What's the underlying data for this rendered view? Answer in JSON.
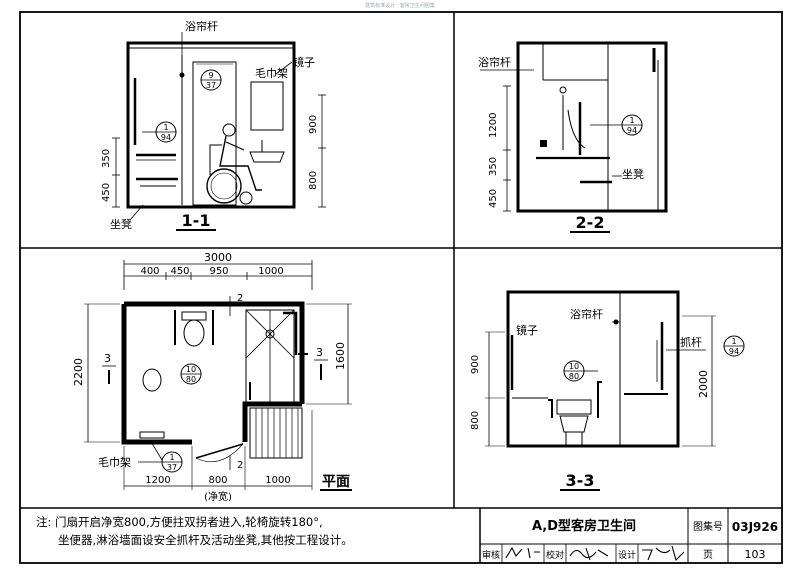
{
  "header": {
    "watermark": "建筑标准设计 · 客房卫生间图集"
  },
  "section_1_1": {
    "title": "1-1",
    "labels": {
      "curtain_rod": "浴帘杆",
      "towel_rack": "毛巾架",
      "mirror": "镜子",
      "stool": "坐凳"
    },
    "dims": {
      "d900": "900",
      "d800": "800",
      "d350": "350",
      "d450": "450"
    },
    "refs": [
      {
        "num": "9",
        "den": "37"
      },
      {
        "num": "1",
        "den": "94"
      }
    ]
  },
  "section_2_2": {
    "title": "2-2",
    "labels": {
      "curtain_rod": "浴帘杆",
      "stool": "坐凳"
    },
    "dims": {
      "d1200": "1200",
      "d350": "350",
      "d450": "450"
    },
    "refs": [
      {
        "num": "1",
        "den": "94"
      }
    ]
  },
  "plan": {
    "title": "平面",
    "total_width": "3000",
    "top_dims": [
      "400",
      "450",
      "950",
      "1000"
    ],
    "bottom_dims": [
      "1200",
      "800",
      "1000"
    ],
    "net_width": "(净宽)",
    "height_2200": "2200",
    "height_1600": "1600",
    "cut_2": "2",
    "cut_3": "3",
    "towel_rack": "毛巾架",
    "refs": [
      {
        "num": "10",
        "den": "80"
      },
      {
        "num": "1",
        "den": "37"
      }
    ]
  },
  "section_3_3": {
    "title": "3-3",
    "labels": {
      "mirror": "镜子",
      "curtain_rod": "浴帘杆",
      "grab_bar": "抓杆"
    },
    "dims": {
      "d900": "900",
      "d800": "800",
      "d2000": "2000"
    },
    "refs": [
      {
        "num": "10",
        "den": "80"
      },
      {
        "num": "1",
        "den": "94"
      }
    ]
  },
  "notes": {
    "line1": "注: 门扇开启净宽800,方便拄双拐者进入,轮椅旋转180°,",
    "line2": "坐便器,淋浴墙面设安全抓杆及活动坐凳,其他按工程设计。"
  },
  "title_block": {
    "drawing_title": "A,D型客房卫生间",
    "atlas_label": "图集号",
    "atlas_no": "03J926",
    "review_label": "审核",
    "check_label": "校对",
    "design_label": "设计",
    "page_label": "页",
    "page_no": "103"
  }
}
